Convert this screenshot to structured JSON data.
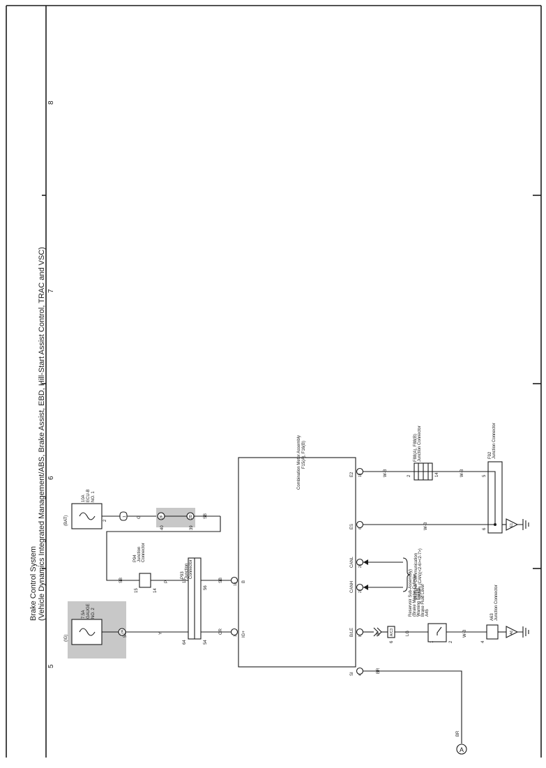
{
  "title": {
    "line1": "Brake Control System",
    "line2": "(Vehicle Dynamics Integrated Management/ABS,  Brake Assist,  EBD,  Hill-Start Assist Control,  TRAC and VSC)"
  },
  "page_columns": [
    "5",
    "6",
    "7",
    "8"
  ],
  "power_sources": {
    "ig": "(IG)",
    "bat": "(BAT)"
  },
  "fuses": {
    "gauge": {
      "line1": "7.5A",
      "line2": "GAUGE",
      "line3": "NO. 2"
    },
    "ecu_b": {
      "line1": "10A",
      "line2": "ECU-B",
      "line3": "NO. 1"
    }
  },
  "fuse_pins": {
    "gauge": "54",
    "ecu_b": "2"
  },
  "inline_pins": {
    "ig_in": "2A",
    "bat_in": "1",
    "c40": "40",
    "c40_tag": "2F",
    "c39": "39",
    "c39_tag": "2D"
  },
  "junction_p93": {
    "id": "P93",
    "name": "Junction",
    "name2": "Connector",
    "pin_top": "15",
    "pin_top_r": "15",
    "pin_a": "64",
    "pin_b": "54",
    "pin_c": "56"
  },
  "junction_p94": {
    "id": "P94",
    "name": "Junction",
    "name2": "Connector",
    "pin_l": "15",
    "pin_r": "14"
  },
  "wires": {
    "y": "Y",
    "g": "G",
    "sb1": "SB",
    "sb2": "SB",
    "sb3": "SB",
    "sb4": "SB",
    "p": "P",
    "gr": "GR",
    "br": "BR",
    "br2": "BR",
    "w": "W",
    "lg": "LG",
    "wb1": "W-B",
    "wb2": "W-B",
    "wb3": "W-B",
    "wb4": "W-B"
  },
  "meter": {
    "name": "Combination Meter Assembly",
    "id": "F15(A), F16(B)",
    "pins": [
      {
        "name": "SI",
        "num": "4"
      },
      {
        "name": "B/LE",
        "num": "8"
      },
      {
        "name": "CANH",
        "num": "22"
      },
      {
        "name": "CANL",
        "num": "24"
      },
      {
        "name": "ES",
        "num": "6"
      },
      {
        "name": "E2",
        "num": "18"
      }
    ],
    "ig_pin": {
      "name": "IG+",
      "num": "1"
    },
    "b_pin": {
      "name": "B",
      "num": "13"
    }
  },
  "can_label": {
    "line1": "Multiplex Communication",
    "line2": "System (CAN)(<2-6><2-7>)"
  },
  "brake_switch": {
    "id": "A45",
    "line1": "Brake Fluid Level",
    "line2": "Warning Switch",
    "line3": "(Brake Master Cylinder",
    "line4": "Reservoir Sub-Assembly)",
    "pin1": "1",
    "pin2": "2"
  },
  "connector_ab": {
    "id": "A/C3",
    "pin": "6"
  },
  "junction_a63": {
    "id": "A63",
    "name": "Junction Connector",
    "pin": "4"
  },
  "junction_f88": {
    "id": "F88(A), F88(B)",
    "name": "Junction Connector",
    "pin_a": "2",
    "pin_b": "14"
  },
  "junction_f92": {
    "id": "F92",
    "name": "Junction Connector",
    "pin_a": "5",
    "pin_b": "6"
  },
  "grounds": {
    "a6": "A6",
    "e1": "E1"
  },
  "ref_marker": "A"
}
